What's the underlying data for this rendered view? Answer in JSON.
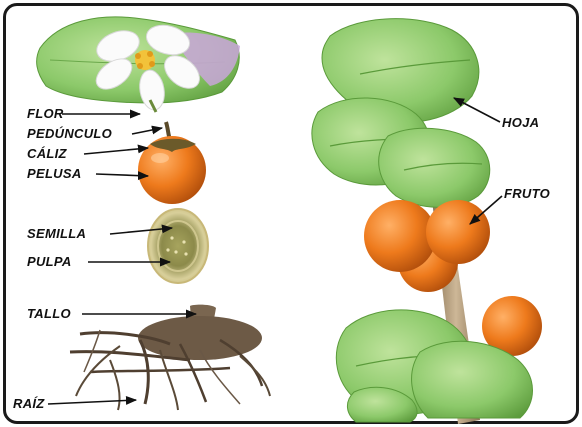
{
  "labels": {
    "flor": "FLOR",
    "pedunculo": "PEDÚNCULO",
    "caliz": "CÁLIZ",
    "pelusa": "PELUSA",
    "semilla": "SEMILLA",
    "pulpa": "PULPA",
    "tallo": "TALLO",
    "raiz": "RAÍZ",
    "hoja": "HOJA",
    "fruto": "FRUTO"
  },
  "colors": {
    "leaf": "#8cc96a",
    "leaf_dark": "#5a9a3a",
    "fruit": "#e8731a",
    "fruit_dark": "#b9520d",
    "pulp": "#cfc488",
    "root": "#5b4a3a",
    "stem": "#b79f7c",
    "frame": "#1a1a1a",
    "text": "#111111"
  },
  "icons": {
    "flower": "flower-icon",
    "fruit": "fruit-icon",
    "cross_section": "fruit-cross-section-icon",
    "root": "root-icon",
    "branch": "branch-icon"
  }
}
